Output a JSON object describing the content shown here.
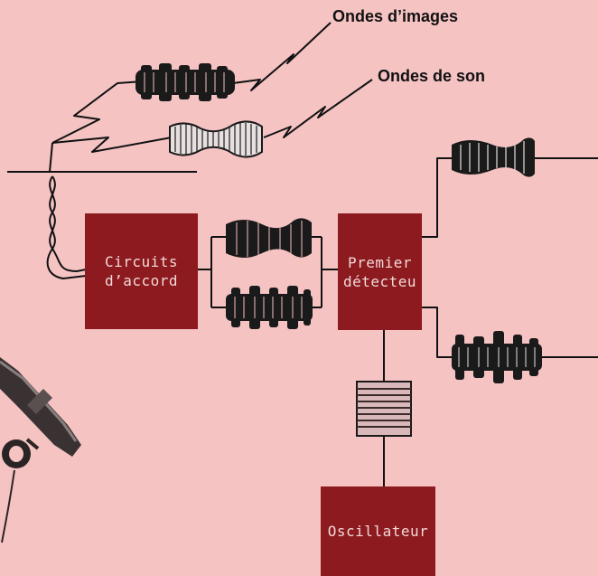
{
  "labels": {
    "image_waves": "Ondes d’images",
    "sound_waves": "Ondes de son"
  },
  "blocks": {
    "tuning": "Circuits\nd’accord",
    "detector": "Premier\ndétecteu",
    "oscillator": "Oscillateur"
  },
  "colors": {
    "background": "#f6c3c3",
    "block": "#8c1a1e",
    "block_text": "#f2d9d9",
    "line": "#111111"
  }
}
